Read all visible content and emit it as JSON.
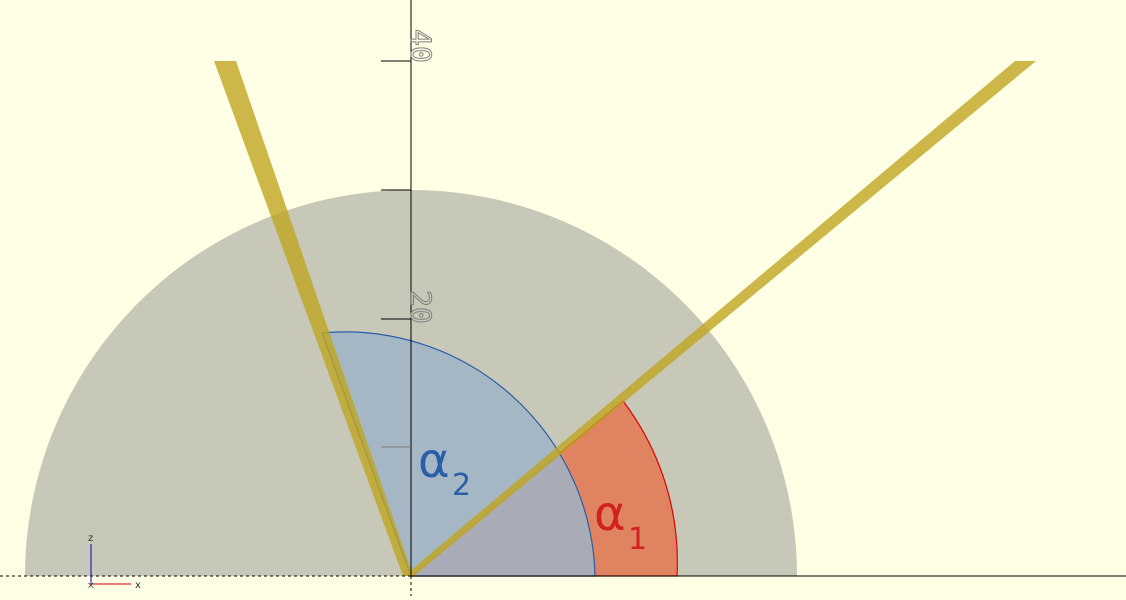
{
  "scene": {
    "background_color": "#ffffe5",
    "axis_color": "#000000",
    "tick_label_color": "#7f7f7f",
    "half_disc_color": "#c8c8b8",
    "beam_color": "#bfa520",
    "sector_alpha1_color": "#e2805c",
    "sector_alpha1_stroke": "#e00000",
    "sector_alpha2_color": "#9fb4c6",
    "sector_alpha2_stroke": "#2a5ea8"
  },
  "axis_ticks": [
    {
      "label": "40"
    },
    {
      "label": "20"
    }
  ],
  "angle_labels": {
    "alpha1": {
      "symbol": "α",
      "subscript": "1",
      "color": "#d22020"
    },
    "alpha2": {
      "symbol": "α",
      "subscript": "2",
      "color": "#2a5ea8"
    }
  },
  "orientation_widget": {
    "z_label": "z",
    "x_label": "x",
    "z_color": "#0000cc",
    "x_color": "#cc0000"
  }
}
